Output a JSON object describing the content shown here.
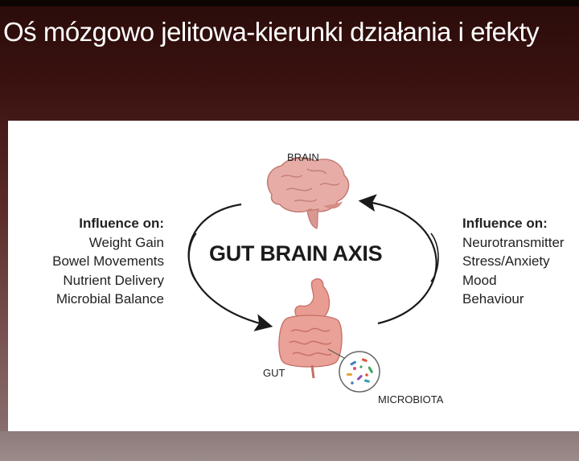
{
  "slide": {
    "title": "Oś mózgowo jelitowa-kierunki działania i efekty"
  },
  "diagram": {
    "center_title": "GUT BRAIN AXIS",
    "labels": {
      "brain": "BRAIN",
      "gut": "GUT",
      "microbiota": "MICROBIOTA"
    },
    "left": {
      "heading": "Influence on:",
      "items": [
        "Weight Gain",
        "Bowel Movements",
        "Nutrient Delivery",
        "Microbial Balance"
      ]
    },
    "right": {
      "heading": "Influence on:",
      "items": [
        "Neurotransmitter",
        "Stress/Anxiety",
        "Mood",
        "Behaviour"
      ]
    },
    "colors": {
      "brain": "#e7aca6",
      "gut": "#e99c92",
      "arrow": "#1a1a1a"
    }
  }
}
